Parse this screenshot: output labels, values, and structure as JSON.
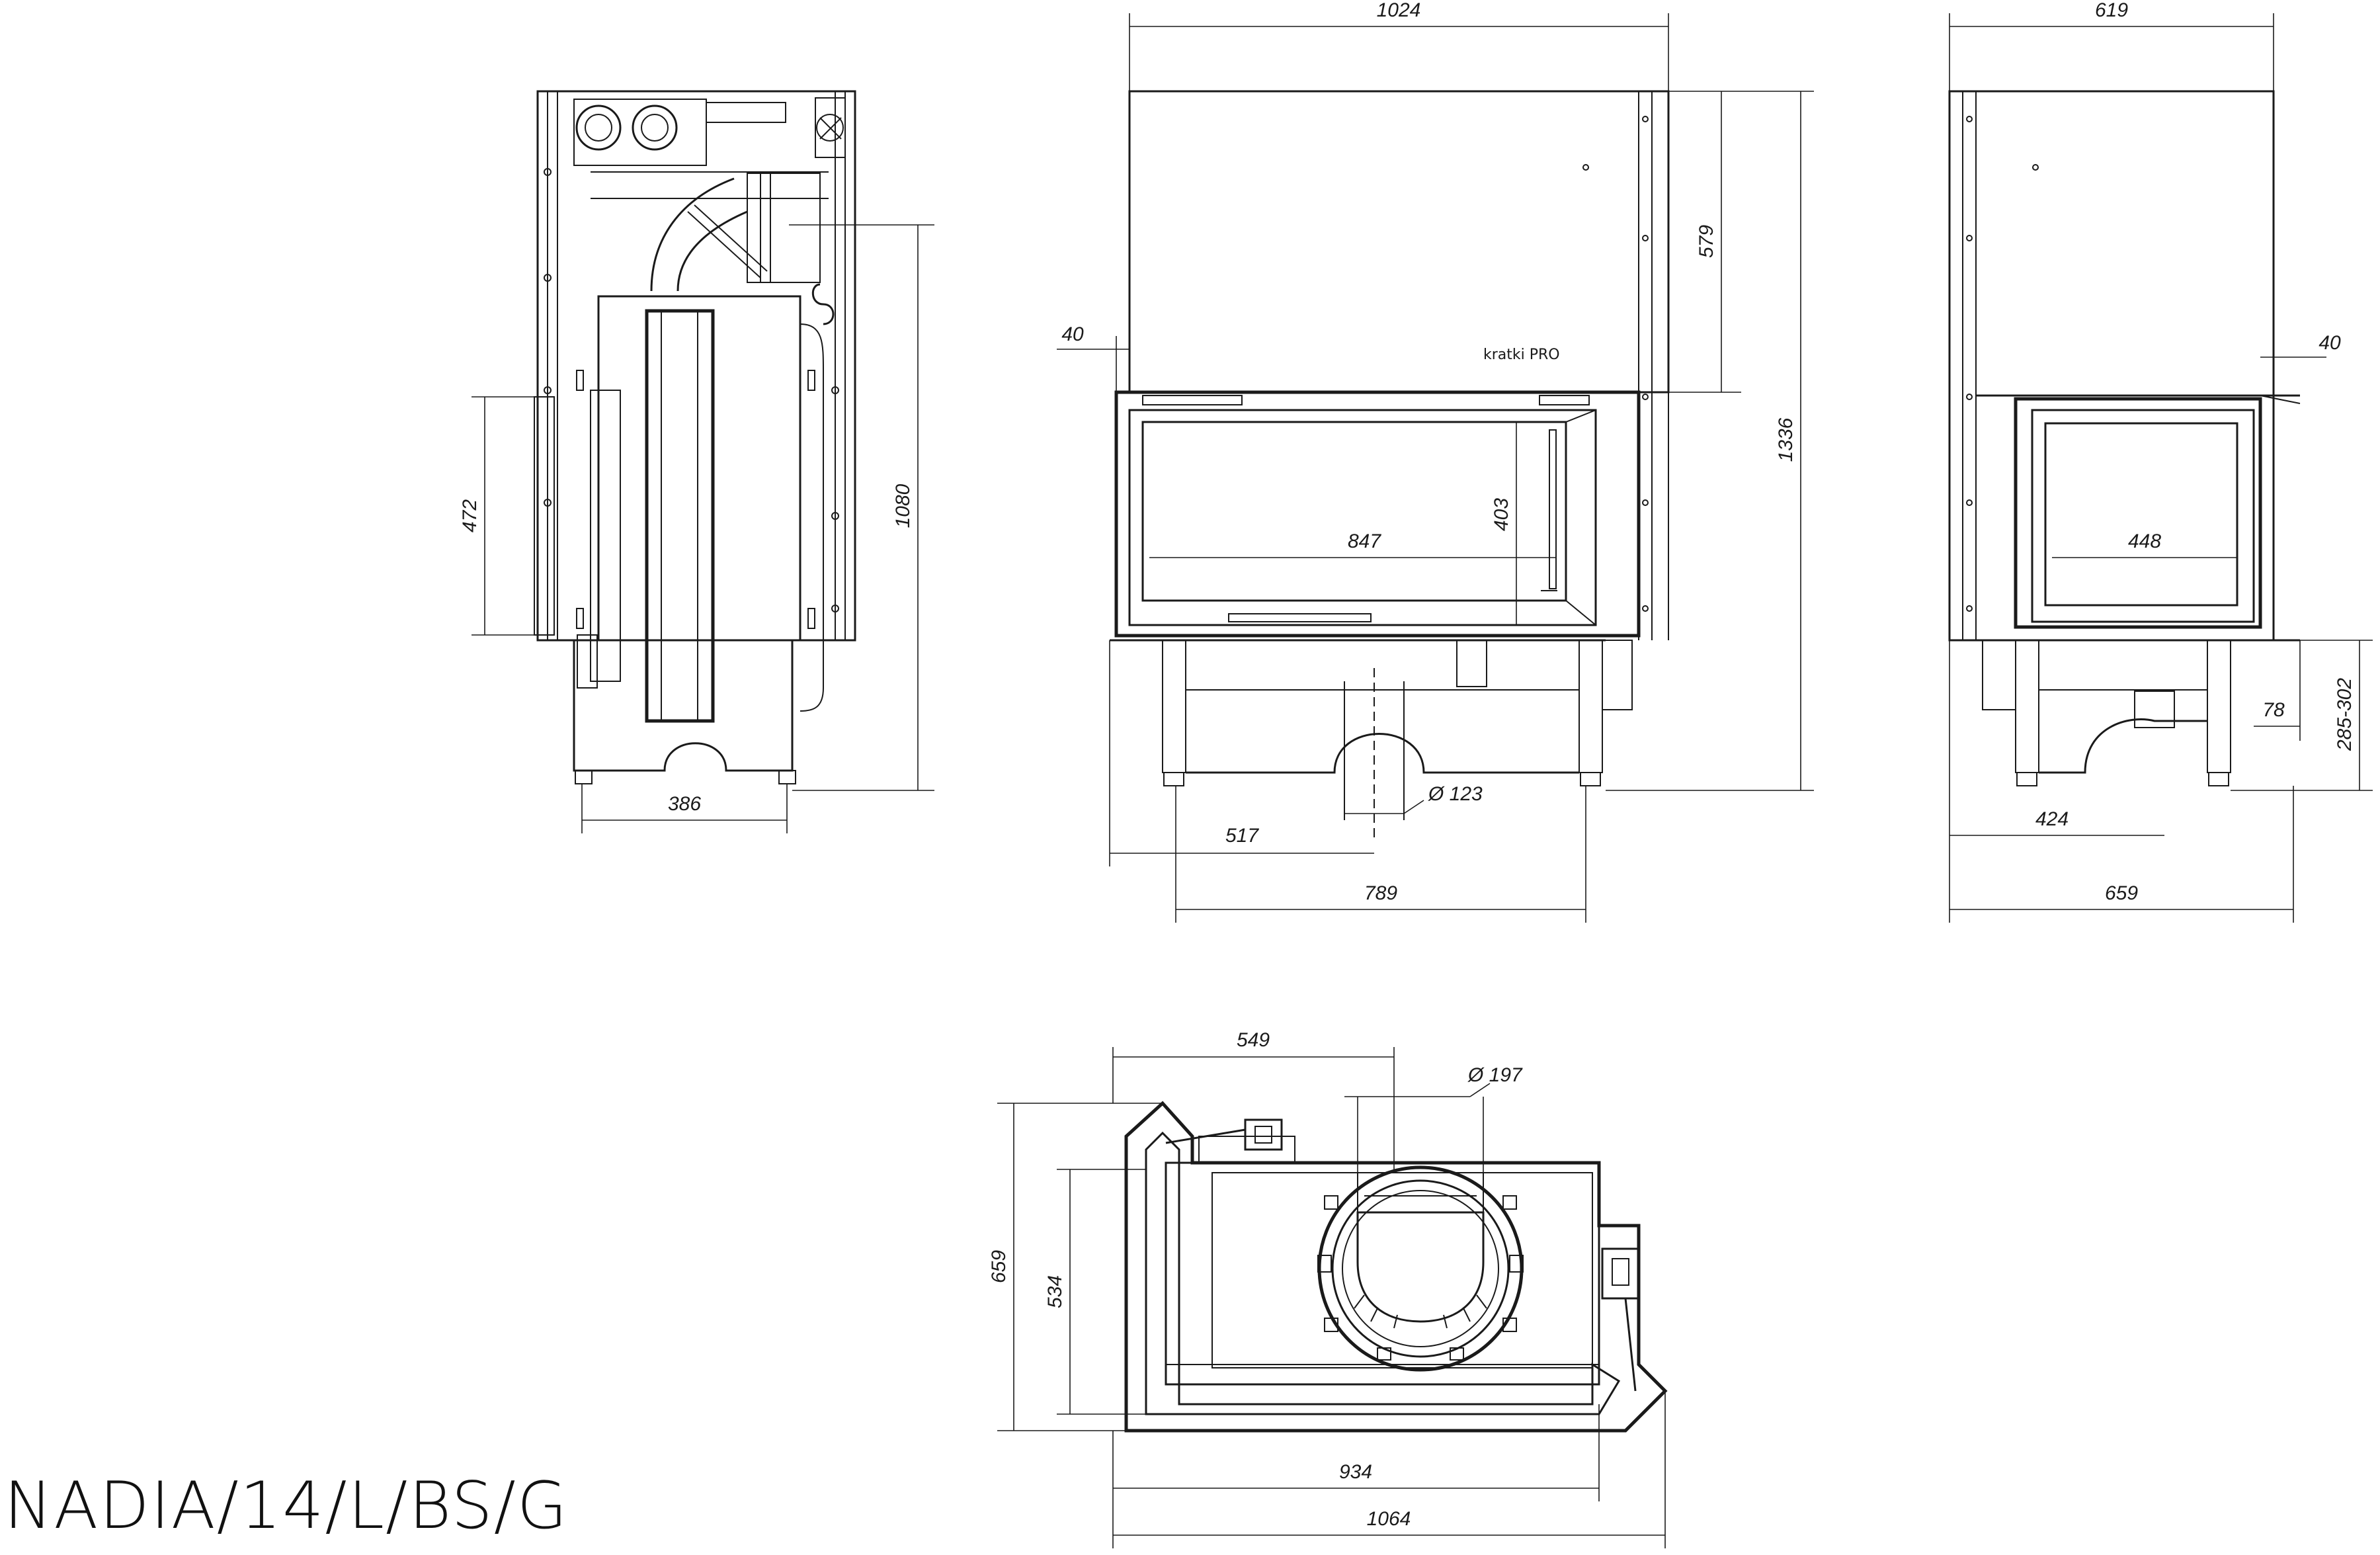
{
  "model_code": "NADIA/14/L/BS/G",
  "brand_label": "kratki PRO",
  "views": {
    "side_left": {
      "dimensions": {
        "height_opening": "472",
        "height_total": "1080",
        "width": "386"
      }
    },
    "front": {
      "dimensions": {
        "width_top": "1024",
        "offset_left": "40",
        "height_upper": "579",
        "height_total": "1336",
        "glass_width": "847",
        "glass_height": "403",
        "flue_diameter": "Ø 123",
        "offset_to_flue": "517",
        "base_width": "789"
      }
    },
    "side_right": {
      "dimensions": {
        "width_top": "619",
        "offset_right": "40",
        "glass_width": "448",
        "leg_offset": "78",
        "leg_height": "285-302",
        "offset_to_flue": "424",
        "width_total": "659"
      }
    },
    "top": {
      "dimensions": {
        "offset_to_flue": "549",
        "flue_diameter": "Ø 197",
        "depth_total": "659",
        "depth_inner": "534",
        "width_inner": "934",
        "width_total": "1064"
      }
    }
  }
}
